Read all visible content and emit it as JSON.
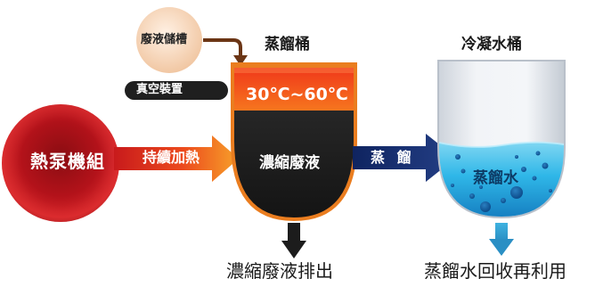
{
  "heat_pump": {
    "label": "熱泵機組"
  },
  "waste_tank": {
    "label": "廢液儲槽"
  },
  "vacuum_device": {
    "label": "真空裝置"
  },
  "evaporation_tank": {
    "title": "蒸餾桶",
    "temperature_label": "30℃~60℃",
    "content_label": "濃縮廢液"
  },
  "condensing_tank": {
    "title": "冷凝水桶",
    "content_label": "蒸餾水"
  },
  "arrows": {
    "continuous_heating": "持續加熱",
    "distillation": "蒸 餾"
  },
  "outputs": {
    "concentrate_discharge": "濃縮廢液排出",
    "distilled_water_reuse": "蒸餾水回收再利用"
  },
  "colors": {
    "heat_pump_red": "#b3121a",
    "heating_arrow_orange": "#f06a1e",
    "temperature_band": "#f24a12",
    "tank_dark": "#262626",
    "distill_arrow_navy": "#1a2f6b",
    "water_blue": "#29b6e6",
    "discharge_arrow": "#1c1c1c",
    "reuse_arrow": "#3fb2e0"
  }
}
